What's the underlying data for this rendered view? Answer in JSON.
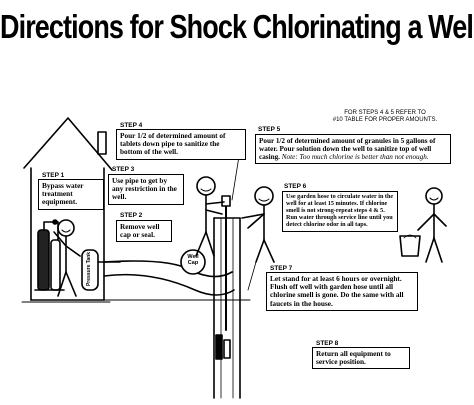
{
  "title": "Directions for Shock Chlorinating a Well",
  "note": {
    "line1": "FOR STEPS 4 & 5 REFER TO",
    "line2": "#10 TABLE FOR PROPER AMOUNTS."
  },
  "steps": [
    {
      "label": "STEP 1",
      "text": "Bypass water treatment equipment."
    },
    {
      "label": "STEP 2",
      "text": "Remove well cap or seal."
    },
    {
      "label": "STEP 3",
      "text": "Use pipe to get by any restriction in the well."
    },
    {
      "label": "STEP 4",
      "text": "Pour 1/2 of determined amount of tablets down pipe to sanitize the bottom of the well."
    },
    {
      "label": "STEP 5",
      "text": "Pour 1/2 of determined amount of granules in 5 gallons of water. Pour solution down the well to sanitize top of well casing.",
      "emphasis": "Note: Too much chlorine is better than not enough."
    },
    {
      "label": "STEP 6",
      "text": "Use garden hose to circulate water in the well for at least 15 minutes. If chlorine smell is not strong-repeat steps 4 & 5. Run water through service line until you detect chlorine odor in all taps."
    },
    {
      "label": "STEP 7",
      "text": "Let stand for at least 6 hours or overnight. Flush off well with garden hose until all chlorine smell is gone. Do the same with all faucets in the house."
    },
    {
      "label": "STEP 8",
      "text": "Return all equipment to service position."
    }
  ],
  "diagram_labels": {
    "well_cap": "Well Cap",
    "pressure_tank": "Pressure Tank"
  }
}
